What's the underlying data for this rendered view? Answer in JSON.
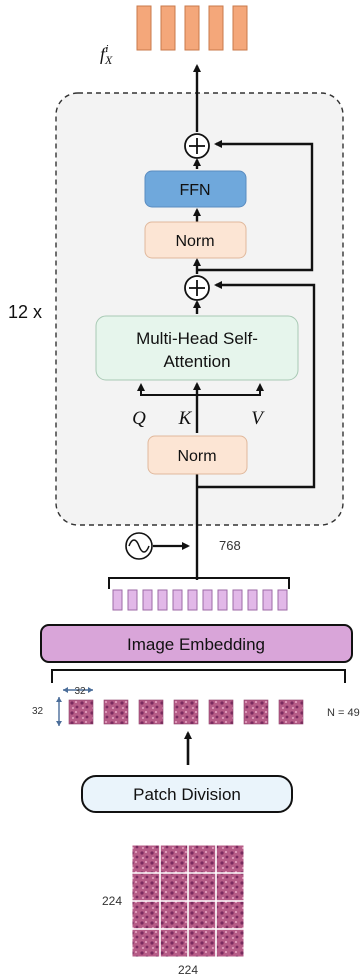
{
  "output": {
    "label": "f_X^i"
  },
  "encoder_block": {
    "repeat_label": "12 x",
    "ffn_label": "FFN",
    "norm_top_label": "Norm",
    "mhsa_label_line1": "Multi-Head Self-",
    "mhsa_label_line2": "Attention",
    "q_label": "Q",
    "k_label": "K",
    "v_label": "V",
    "norm_bottom_label": "Norm",
    "add_symbol": "+"
  },
  "positional": {
    "dim_label": "768"
  },
  "embedding": {
    "label": "Image Embedding"
  },
  "patches": {
    "width_label": "32",
    "height_label": "32",
    "count_label": "N = 49"
  },
  "patch_division": {
    "label": "Patch Division"
  },
  "input_image": {
    "height_label": "224",
    "width_label": "224"
  },
  "colors": {
    "ffn_fill": "#6fa8dc",
    "norm_fill": "#fce5d4",
    "mhsa_fill": "#e6f5ec",
    "embedding_fill": "#d9a5d9",
    "token_fill": "#e2b8e8",
    "output_token_fill": "#f4a77a",
    "patch_division_fill": "#eaf4fb",
    "block_bg": "#f3f3f3",
    "tissue": "#b0537e"
  }
}
